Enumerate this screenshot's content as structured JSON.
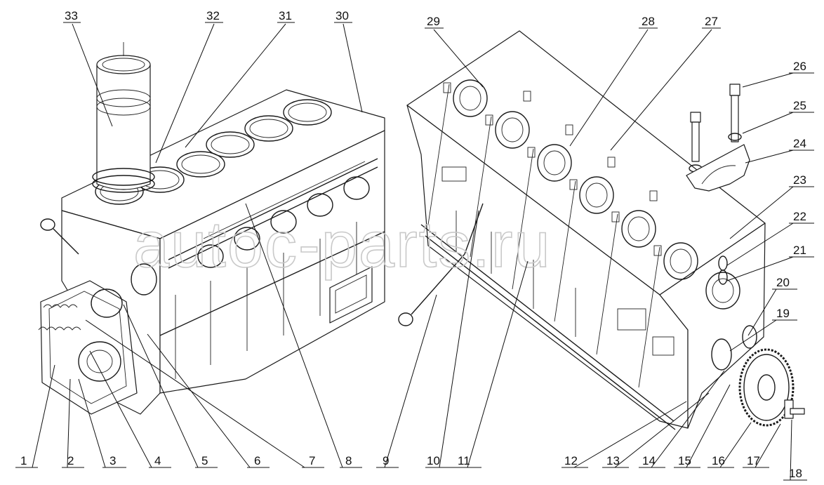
{
  "watermark": "autoc-parts.ru",
  "callouts": [
    "1",
    "2",
    "3",
    "4",
    "5",
    "6",
    "7",
    "8",
    "9",
    "10",
    "11",
    "12",
    "13",
    "14",
    "15",
    "16",
    "17",
    "18",
    "19",
    "20",
    "21",
    "22",
    "23",
    "24",
    "25",
    "26",
    "27",
    "28",
    "29",
    "30",
    "31",
    "32",
    "33"
  ]
}
